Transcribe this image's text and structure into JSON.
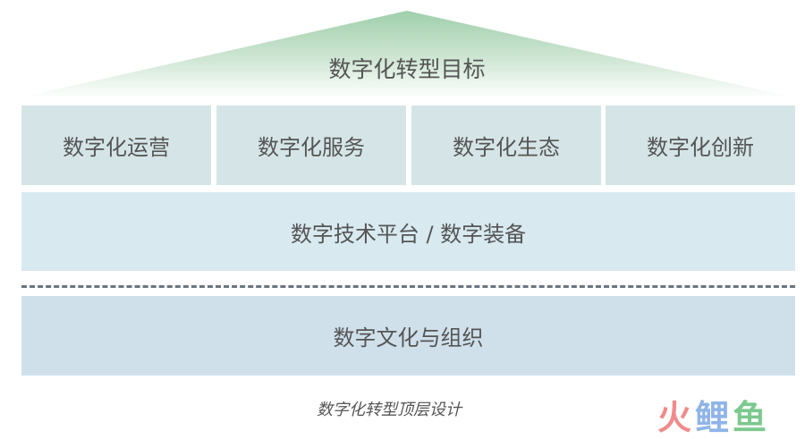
{
  "roof": {
    "title": "数字化转型目标"
  },
  "pillars": [
    {
      "label": "数字化运营"
    },
    {
      "label": "数字化服务"
    },
    {
      "label": "数字化生态"
    },
    {
      "label": "数字化创新"
    }
  ],
  "platform": {
    "label": "数字技术平台 / 数字装备"
  },
  "foundation": {
    "label": "数字文化与组织"
  },
  "caption": "数字化转型顶层设计",
  "watermark": {
    "chars": [
      "火",
      "鲤",
      "鱼"
    ],
    "colors": [
      "#f08a8a",
      "#8fb4e8",
      "#7cc98e"
    ]
  },
  "colors": {
    "roof_top": "#a9d3b2",
    "pillar": "#d5e5e7",
    "platform": "#d8eaf0",
    "foundation": "#cfe0eb"
  }
}
